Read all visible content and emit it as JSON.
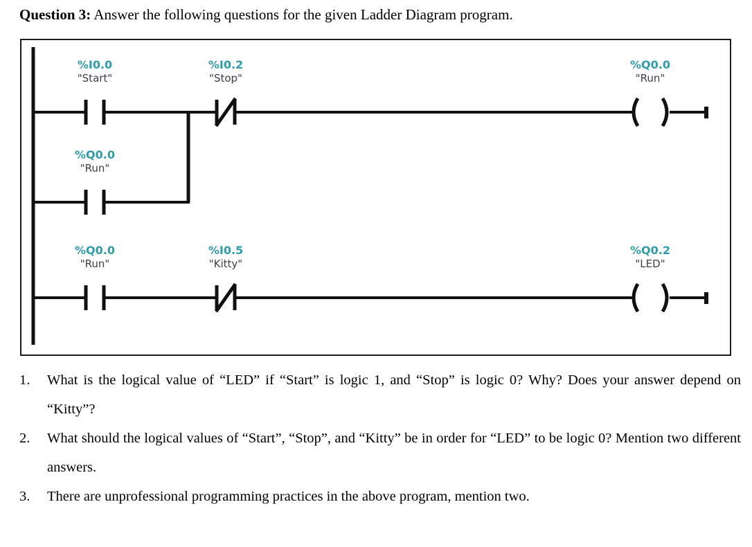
{
  "heading": {
    "label": "Question 3:",
    "text": " Answer the following questions for the given Ladder Diagram program."
  },
  "ladder": {
    "rungs": [
      {
        "id": "rung-1",
        "elements": [
          {
            "kind": "contact-no",
            "address": "%I0.0",
            "name": "\"Start\""
          },
          {
            "kind": "contact-nc",
            "address": "%I0.2",
            "name": "\"Stop\""
          },
          {
            "kind": "coil",
            "address": "%Q0.0",
            "name": "\"Run\""
          }
        ]
      },
      {
        "id": "rung-1-branch",
        "elements": [
          {
            "kind": "contact-no",
            "address": "%Q0.0",
            "name": "\"Run\""
          }
        ]
      },
      {
        "id": "rung-2",
        "elements": [
          {
            "kind": "contact-no",
            "address": "%Q0.0",
            "name": "\"Run\""
          },
          {
            "kind": "contact-nc",
            "address": "%I0.5",
            "name": "\"Kitty\""
          },
          {
            "kind": "coil",
            "address": "%Q0.2",
            "name": "\"LED\""
          }
        ]
      }
    ],
    "colors": {
      "address": "#2f9cab",
      "name": "#3d3d4e",
      "wire": "#111111",
      "border": "#1a1a1a"
    }
  },
  "questions": [
    {
      "number": "1.",
      "line1": "What is the logical value of “LED” if “Start” is logic 1, and “Stop” is logic 0? Why? Does your",
      "line2": "answer depend on “Kitty”?"
    },
    {
      "number": "2.",
      "line1": "What should the logical values of “Start”, “Stop”, and “Kitty” be in order for “LED” to be",
      "line2": "logic 0? Mention two different answers."
    },
    {
      "number": "3.",
      "line1": "There are unprofessional programming practices in the above program, mention two.",
      "line2": ""
    }
  ]
}
